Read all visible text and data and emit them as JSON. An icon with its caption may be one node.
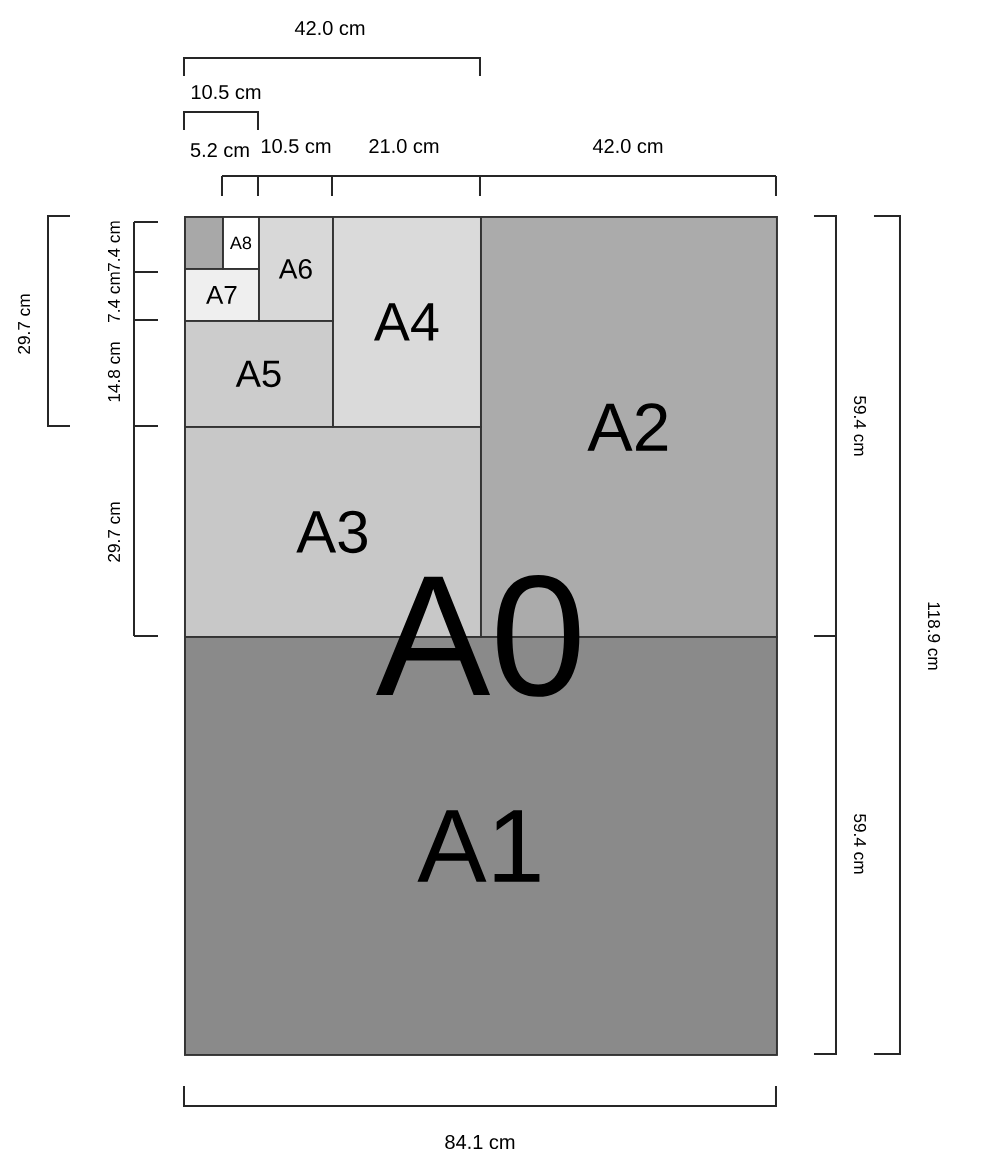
{
  "diagram": {
    "nodes": [
      {
        "text": [
          "A0"
        ]
      },
      {
        "text": [
          "A1"
        ],
        "in": 0
      },
      {
        "text": [
          "A2"
        ],
        "in": 0
      },
      {
        "text": [
          "A3"
        ],
        "in": 0
      },
      {
        "text": [
          "A4"
        ],
        "in": 0
      },
      {
        "text": [
          "A5"
        ],
        "in": 0
      },
      {
        "text": [
          "A6"
        ],
        "in": 0
      },
      {
        "text": [
          "A7"
        ],
        "in": 0
      },
      {
        "text": [
          "A8"
        ],
        "in": 0
      },
      {
        "text": [],
        "shape": "box",
        "in": 0
      }
    ],
    "labels": [
      "42.0 cm",
      "10.5 cm",
      "5.2 cm",
      "10.5 cm",
      "21.0 cm",
      "42.0 cm",
      "29.7 cm",
      "7.4 cm",
      "7.4 cm",
      "14.8 cm",
      "29.7 cm",
      "59.4 cm",
      "59.4 cm",
      "118.9 cm",
      "84.1 cm"
    ]
  }
}
